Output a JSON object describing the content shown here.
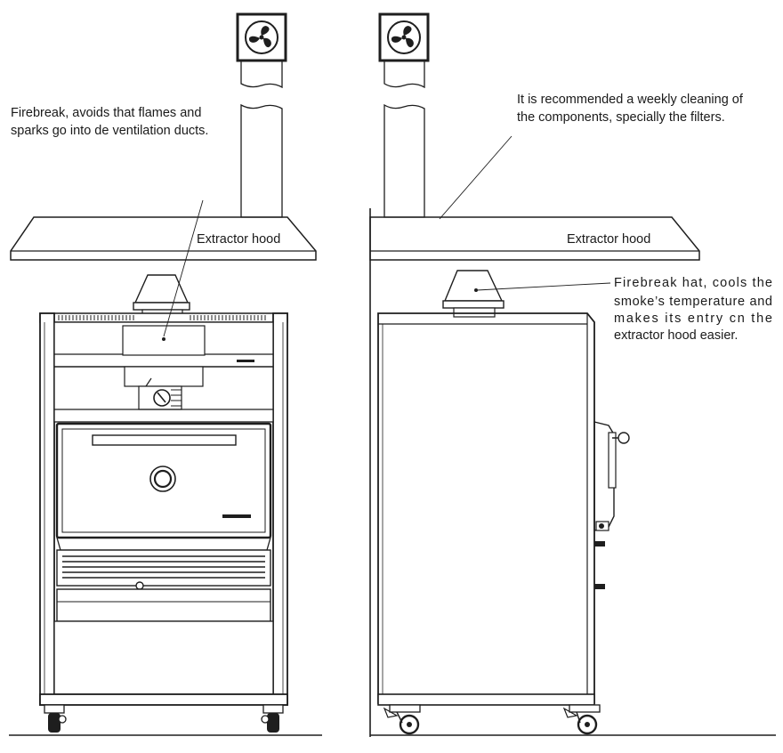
{
  "annotations": {
    "firebreak": {
      "line1": "Firebreak, avoids that flames and",
      "line2": "sparks go into de ventilation ducts."
    },
    "extractor_hood_left": "Extractor hood",
    "cleaning": {
      "line1": "It is recommended a weekly cleaning of",
      "line2": "the components, specially the filters."
    },
    "extractor_hood_right": "Extractor hood",
    "firebreak_hat": {
      "line1": "Firebreak hat, cools the",
      "line2": "smoke’s temperature and",
      "line3": "makes its entry cn the",
      "line4": "extractor hood easier."
    }
  },
  "icons": {
    "left_fan": "fan-icon",
    "right_fan": "fan-icon"
  },
  "colors": {
    "line": "#1e1e1e",
    "fill_light": "#f2f2f2",
    "fill_duct": "#e6e6e6"
  }
}
